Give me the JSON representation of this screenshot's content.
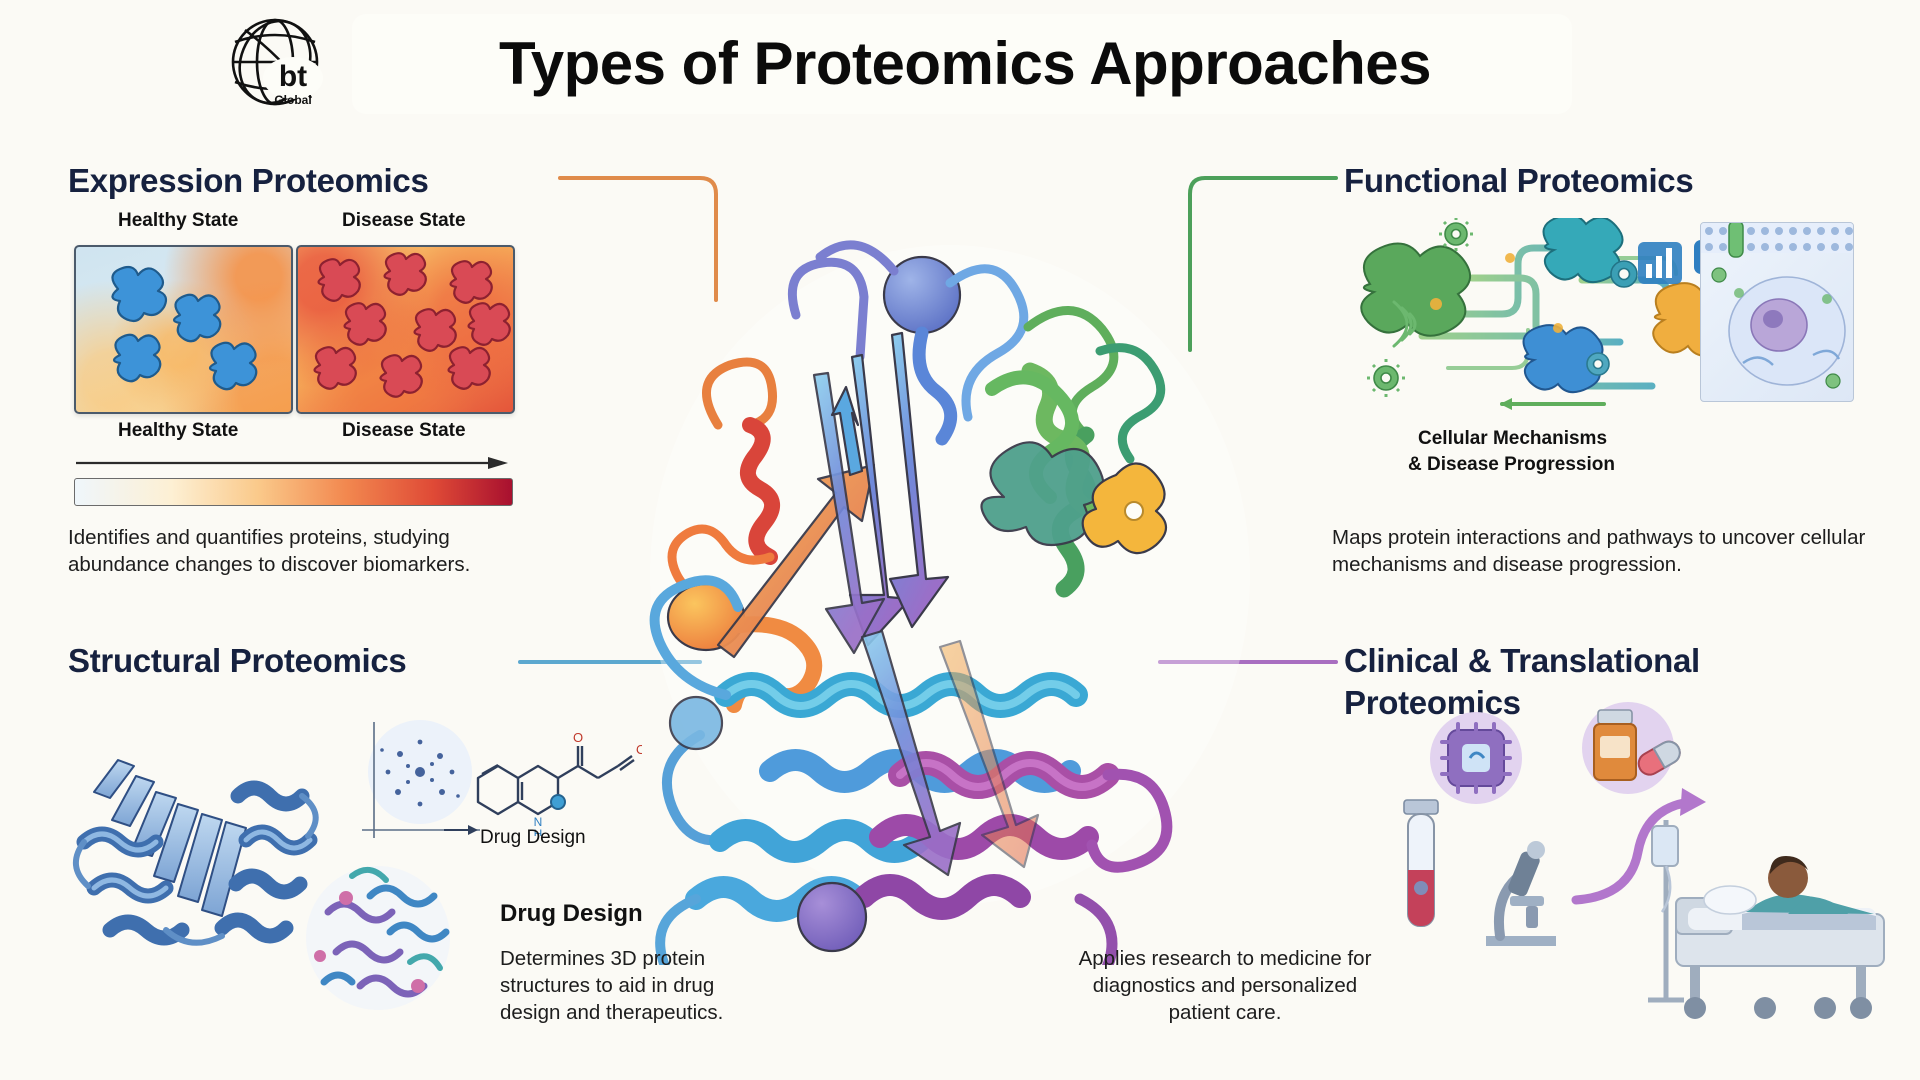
{
  "page": {
    "background_color": "#fbfaf5",
    "title": "Types of Proteomics Approaches",
    "heading_color": "#16213f"
  },
  "logo": {
    "name": "bt-global-logo",
    "primary_text": "bt",
    "secondary_text": "Global",
    "color": "#111111"
  },
  "sections": {
    "expression": {
      "heading": "Expression Proteomics",
      "connector_color": "#e08b4a",
      "panel_top_labels": [
        "Healthy State",
        "Disease State"
      ],
      "panel_bottom_labels": [
        "Healthy State",
        "Disease State"
      ],
      "caption": "Identifies and quantifies proteins, studying abundance changes to discover biomarkers.",
      "healthy_blob_color": "#3d93d8",
      "disease_blob_color": "#d94a55",
      "gradient_bar_colors": [
        "#eff6fb",
        "#fac98a",
        "#f2884f",
        "#a8102f"
      ]
    },
    "functional": {
      "heading": "Functional Proteomics",
      "connector_color": "#4ca05a",
      "sub_label_line1": "Cellular Mechanisms",
      "sub_label_line2": "& Disease Progression",
      "caption": "Maps protein interactions and pathways to uncover cellular mechanisms and disease progression.",
      "accent_colors": [
        "#6cb86f",
        "#3b9fb5",
        "#f0b13c",
        "#2f7fc1"
      ]
    },
    "structural": {
      "heading": "Structural Proteomics",
      "connector_color": "#5ca8cf",
      "small_label": "Drug Design",
      "bold_label": "Drug Design",
      "caption": "Determines 3D protein structures to aid in drug design and therapeutics.",
      "accent_colors": [
        "#2f5e9e",
        "#6f9fd0",
        "#9b7fc4"
      ]
    },
    "clinical": {
      "heading_line1": "Clinical & Translational",
      "heading_line2": "Proteomics",
      "connector_color": "#a86ec0",
      "caption": "Applies research to medicine for diagnostics and personalized patient care.",
      "accent_colors": [
        "#9c6fc2",
        "#c7a4dd",
        "#e08a3c"
      ]
    }
  },
  "central_graphic": {
    "name": "protein-ribbon-structure",
    "description": "Rainbow ribbon diagram of a folded protein with alpha helices, beta sheet arrows and loop regions",
    "ribbon_colors": [
      "#e2573c",
      "#f08a3a",
      "#f3a63f",
      "#6fb45b",
      "#2f8f63",
      "#3aa0c4",
      "#3f7fd0",
      "#6f63c4",
      "#a44fa8",
      "#c0509f"
    ]
  },
  "icons": {
    "gear": "gear-icon",
    "chart": "chart-icon",
    "microscope": "microscope-icon",
    "vial": "blood-vial-icon",
    "pills": "pill-bottle-icon",
    "chip": "microchip-icon",
    "patient": "patient-bed-icon",
    "signal": "signal-wave-icon"
  }
}
